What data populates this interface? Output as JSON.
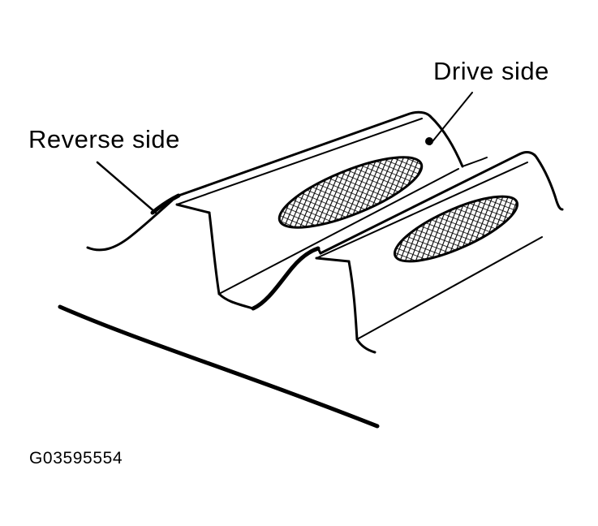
{
  "labels": {
    "drive_side": "Drive side",
    "reverse_side": "Reverse side",
    "figure_code": "G03595554"
  },
  "colors": {
    "ink": "#000000",
    "paper": "#ffffff"
  }
}
